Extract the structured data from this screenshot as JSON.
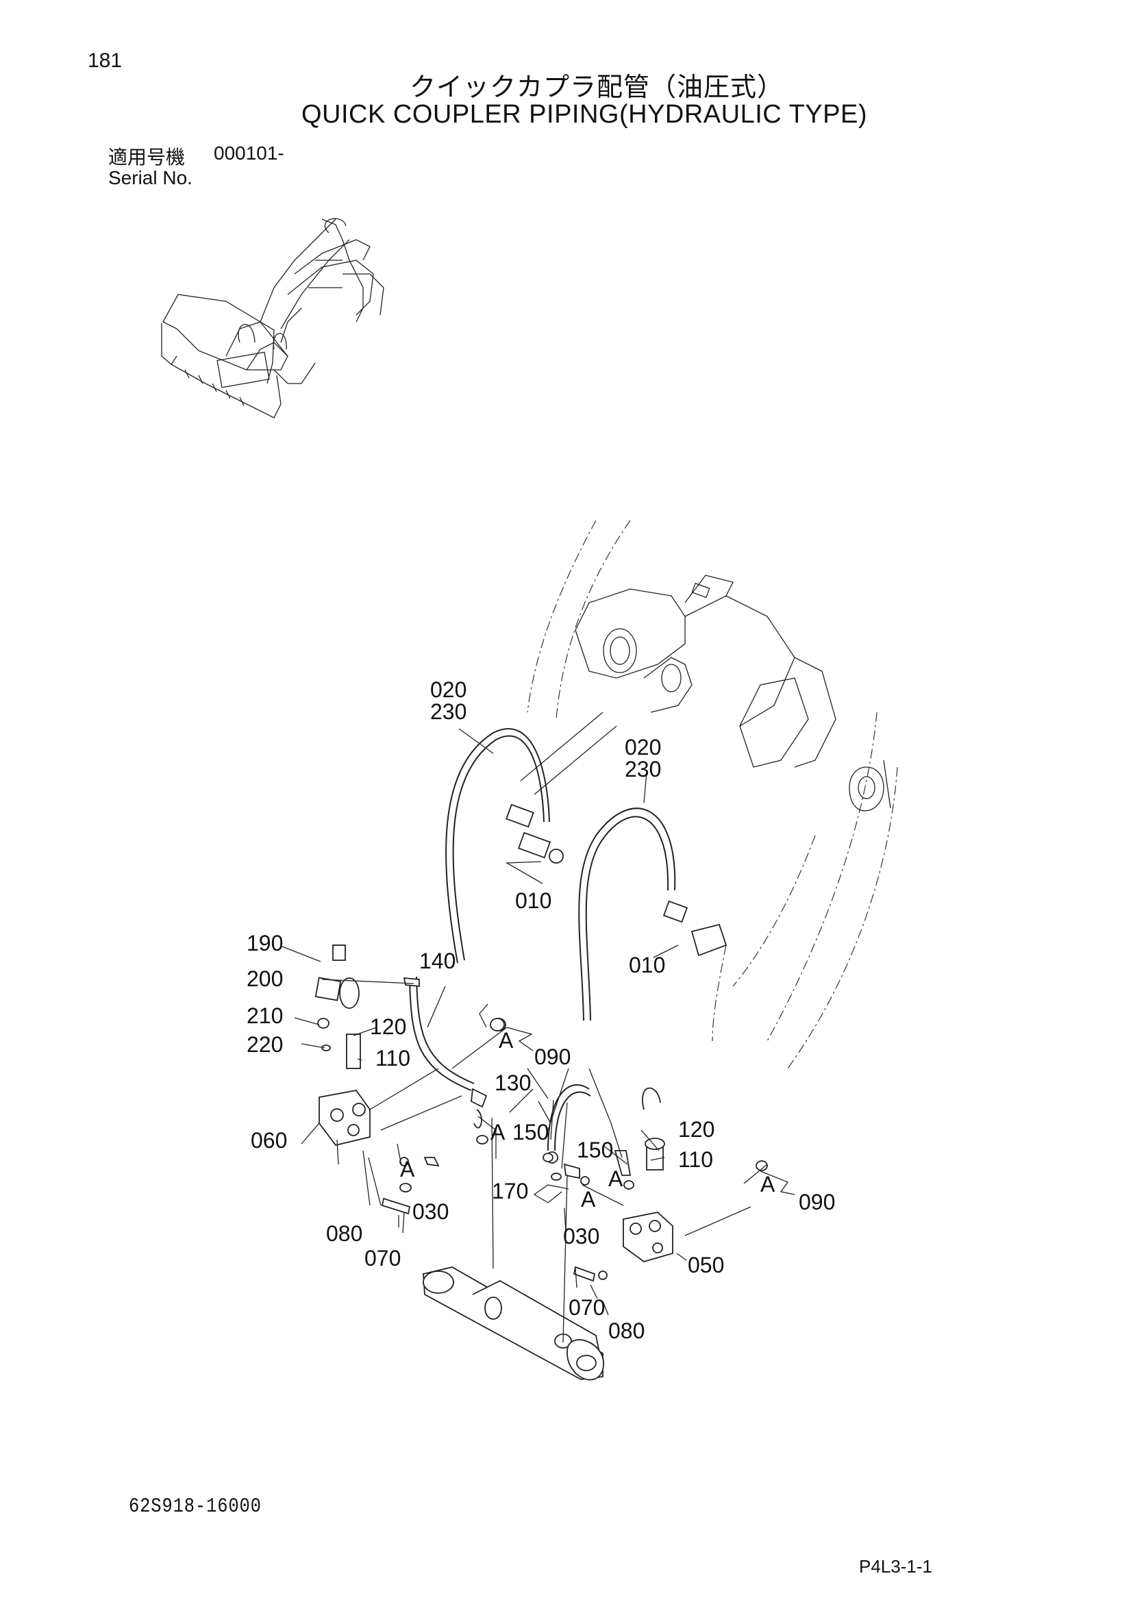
{
  "header": {
    "page_number": "181",
    "title_jp": "クイックカプラ配管（油圧式）",
    "title_en": "QUICK COUPLER PIPING(HYDRAULIC TYPE)",
    "serial_label_jp": "適用号機",
    "serial_value": "000101-",
    "serial_label_en": "Serial No."
  },
  "callouts": [
    {
      "id": "c-020-a",
      "text": "020"
    },
    {
      "id": "c-230-a",
      "text": "230"
    },
    {
      "id": "c-020-b",
      "text": "020"
    },
    {
      "id": "c-230-b",
      "text": "230"
    },
    {
      "id": "c-010-a",
      "text": "010"
    },
    {
      "id": "c-010-b",
      "text": "010"
    },
    {
      "id": "c-190",
      "text": "190"
    },
    {
      "id": "c-140",
      "text": "140"
    },
    {
      "id": "c-200",
      "text": "200"
    },
    {
      "id": "c-210",
      "text": "210"
    },
    {
      "id": "c-120-a",
      "text": "120"
    },
    {
      "id": "c-220",
      "text": "220"
    },
    {
      "id": "c-110-a",
      "text": "110"
    },
    {
      "id": "c-A-1",
      "text": "A"
    },
    {
      "id": "c-090-a",
      "text": "090"
    },
    {
      "id": "c-130",
      "text": "130"
    },
    {
      "id": "c-060",
      "text": "060"
    },
    {
      "id": "c-A-2",
      "text": "A"
    },
    {
      "id": "c-150-a",
      "text": "150"
    },
    {
      "id": "c-120-b",
      "text": "120"
    },
    {
      "id": "c-150-b",
      "text": "150"
    },
    {
      "id": "c-110-b",
      "text": "110"
    },
    {
      "id": "c-A-3",
      "text": "A"
    },
    {
      "id": "c-A-4",
      "text": "A"
    },
    {
      "id": "c-170",
      "text": "170"
    },
    {
      "id": "c-A-5",
      "text": "A"
    },
    {
      "id": "c-A-6",
      "text": "A"
    },
    {
      "id": "c-090-b",
      "text": "090"
    },
    {
      "id": "c-030-a",
      "text": "030"
    },
    {
      "id": "c-030-b",
      "text": "030"
    },
    {
      "id": "c-080-a",
      "text": "080"
    },
    {
      "id": "c-070-a",
      "text": "070"
    },
    {
      "id": "c-050",
      "text": "050"
    },
    {
      "id": "c-070-b",
      "text": "070"
    },
    {
      "id": "c-080-b",
      "text": "080"
    }
  ],
  "footer": {
    "doc_code": "62S918-16000",
    "page_ref": "P4L3-1-1"
  }
}
